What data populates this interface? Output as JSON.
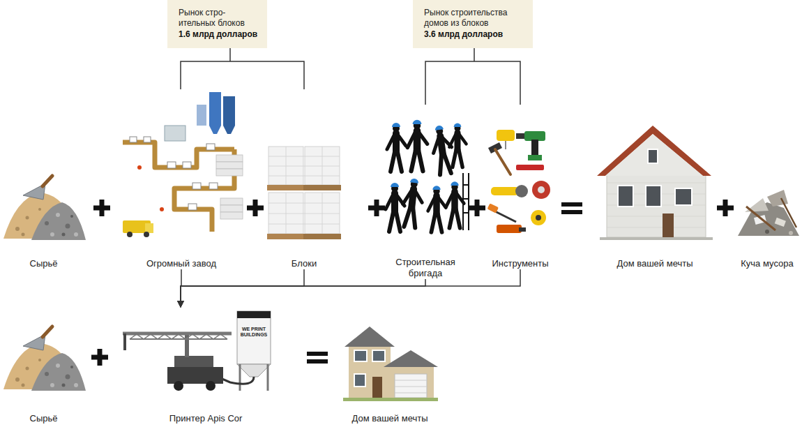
{
  "diagram": {
    "nodes": [
      {
        "text": [
          "Рынок стро- ительных блоков",
          "1.6 млрд долларов"
        ]
      },
      {
        "text": [
          "Рынок строительства домов из блоков",
          "3.6 млрд долларов"
        ]
      },
      {
        "text": [
          "Сырьё"
        ]
      },
      {
        "text": [
          "Огромный завод"
        ]
      },
      {
        "text": [
          "Блоки"
        ]
      },
      {
        "text": [
          "Строительная бригада"
        ]
      },
      {
        "text": [
          "Инструменты"
        ]
      },
      {
        "text": [
          "Дом вашей мечты"
        ]
      },
      {
        "text": [
          "Куча мусора"
        ]
      },
      {
        "text": [
          "Сырьё"
        ]
      },
      {
        "text": [
          "Принтер Apis Cor"
        ]
      },
      {
        "text": [
          "Дом вашей мечты"
        ]
      }
    ],
    "edges": [
      {
        "from": 3,
        "to": 10,
        "arrow": "to"
      },
      {
        "from": 4,
        "to": 10,
        "arrow": "to"
      },
      {
        "from": 5,
        "to": 10,
        "arrow": "to"
      },
      {
        "from": 6,
        "to": 10,
        "arrow": "to"
      }
    ],
    "labels": [
      "WE PRINT BUILDINGS"
    ]
  }
}
